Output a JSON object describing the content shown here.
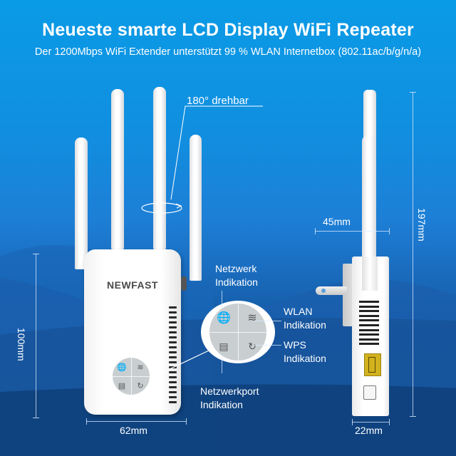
{
  "header": {
    "title": "Neueste smarte LCD Display WiFi Repeater",
    "subtitle": "Der 1200Mbps WiFi Extender unterstützt 99 % WLAN Internetbox (802.11ac/b/g/n/a)"
  },
  "product": {
    "brand": "NEWFAST",
    "antenna_count": 4,
    "rotation_label": "180° drehbar"
  },
  "indicators": [
    {
      "icon": "globe-icon",
      "label_line1": "Netzwerk",
      "label_line2": "Indikation"
    },
    {
      "icon": "wifi-icon",
      "label_line1": "WLAN",
      "label_line2": "Indikation"
    },
    {
      "icon": "ethernet-port-icon",
      "label_line1": "Netzwerkport",
      "label_line2": "Indikation"
    },
    {
      "icon": "wps-icon",
      "label_line1": "WPS",
      "label_line2": "Indikation"
    }
  ],
  "dimensions": {
    "front_height": "100mm",
    "front_width": "62mm",
    "total_height": "197mm",
    "plug_depth": "45mm",
    "side_depth": "22mm"
  },
  "colors": {
    "sky_top": "#0a9be6",
    "sea_bottom": "#0a325f",
    "device_white": "#ffffff",
    "led_panel": "#c9ced0",
    "ethernet_port": "#d2b21e"
  }
}
